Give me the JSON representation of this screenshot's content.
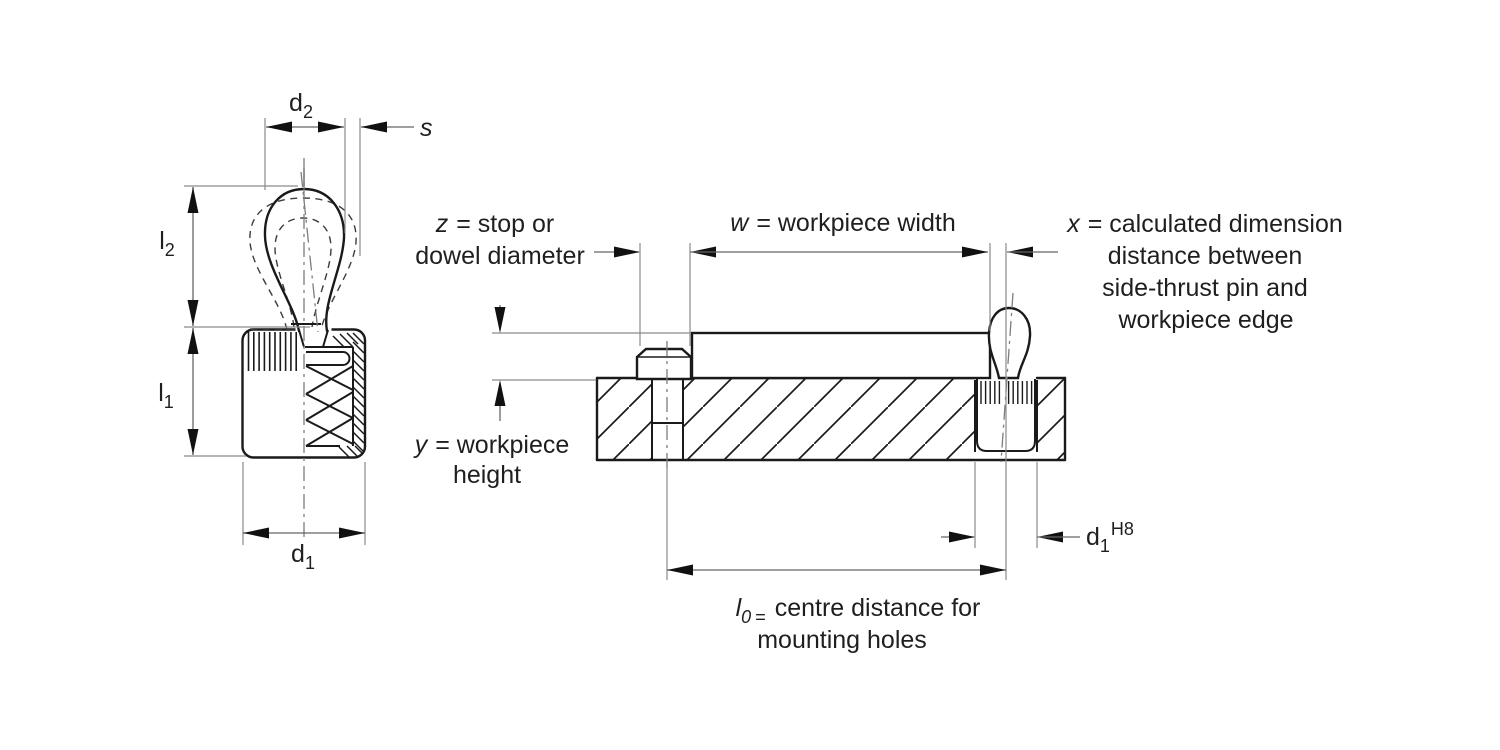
{
  "detail_view": {
    "d2": {
      "base": "d",
      "sub": "2"
    },
    "s": {
      "var": "s"
    },
    "l2": {
      "base": "l",
      "sub": "2"
    },
    "l1": {
      "base": "l",
      "sub": "1"
    },
    "d1": {
      "base": "d",
      "sub": "1"
    }
  },
  "installation_view": {
    "z": {
      "var": "z",
      "rest": "= stop or",
      "line2": "dowel diameter"
    },
    "w": {
      "var": "w",
      "rest": "= workpiece width"
    },
    "x": {
      "var": "x",
      "rest": "= calculated dimension",
      "line2": "distance between",
      "line3": "side-thrust pin and",
      "line4": "workpiece edge"
    },
    "y": {
      "var": "y",
      "rest": "= workpiece",
      "line2": "height"
    },
    "l0": {
      "var": "l",
      "sub": "0",
      "eq": "=",
      "rest": "centre distance for",
      "line2": "mounting holes"
    },
    "d1h8": {
      "base": "d",
      "sub": "1",
      "sup": "H8"
    }
  },
  "colors": {
    "line": "#1a1a1a",
    "dimension_line": "#666666",
    "extension_line": "#8a8a8a",
    "background": "#ffffff"
  }
}
